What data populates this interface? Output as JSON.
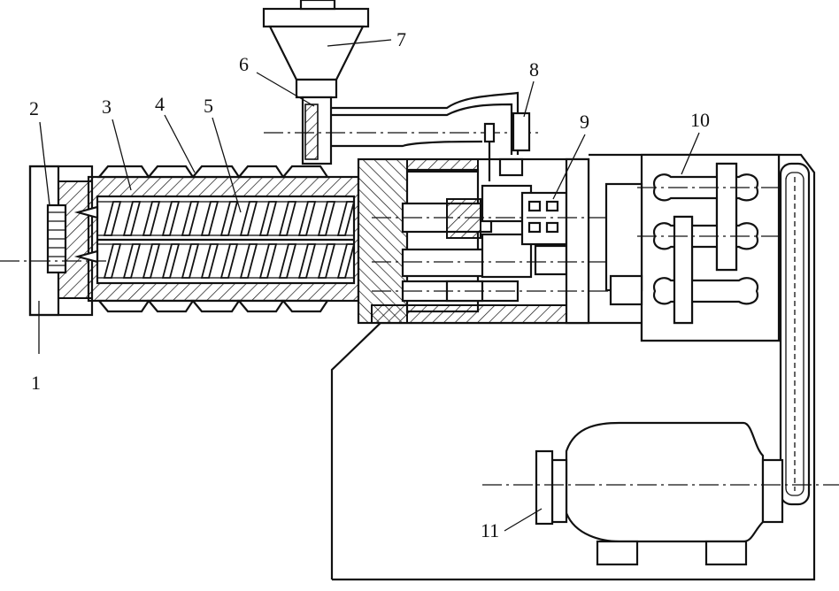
{
  "labels": [
    {
      "id": "1",
      "text": "1"
    },
    {
      "id": "2",
      "text": "2"
    },
    {
      "id": "3",
      "text": "3"
    },
    {
      "id": "4",
      "text": "4"
    },
    {
      "id": "5",
      "text": "5"
    },
    {
      "id": "6",
      "text": "6"
    },
    {
      "id": "7",
      "text": "7"
    },
    {
      "id": "8",
      "text": "8"
    },
    {
      "id": "9",
      "text": "9"
    },
    {
      "id": "10",
      "text": "10"
    },
    {
      "id": "11",
      "text": "11"
    }
  ],
  "colors": {
    "line": "#111111",
    "background": "#ffffff"
  }
}
